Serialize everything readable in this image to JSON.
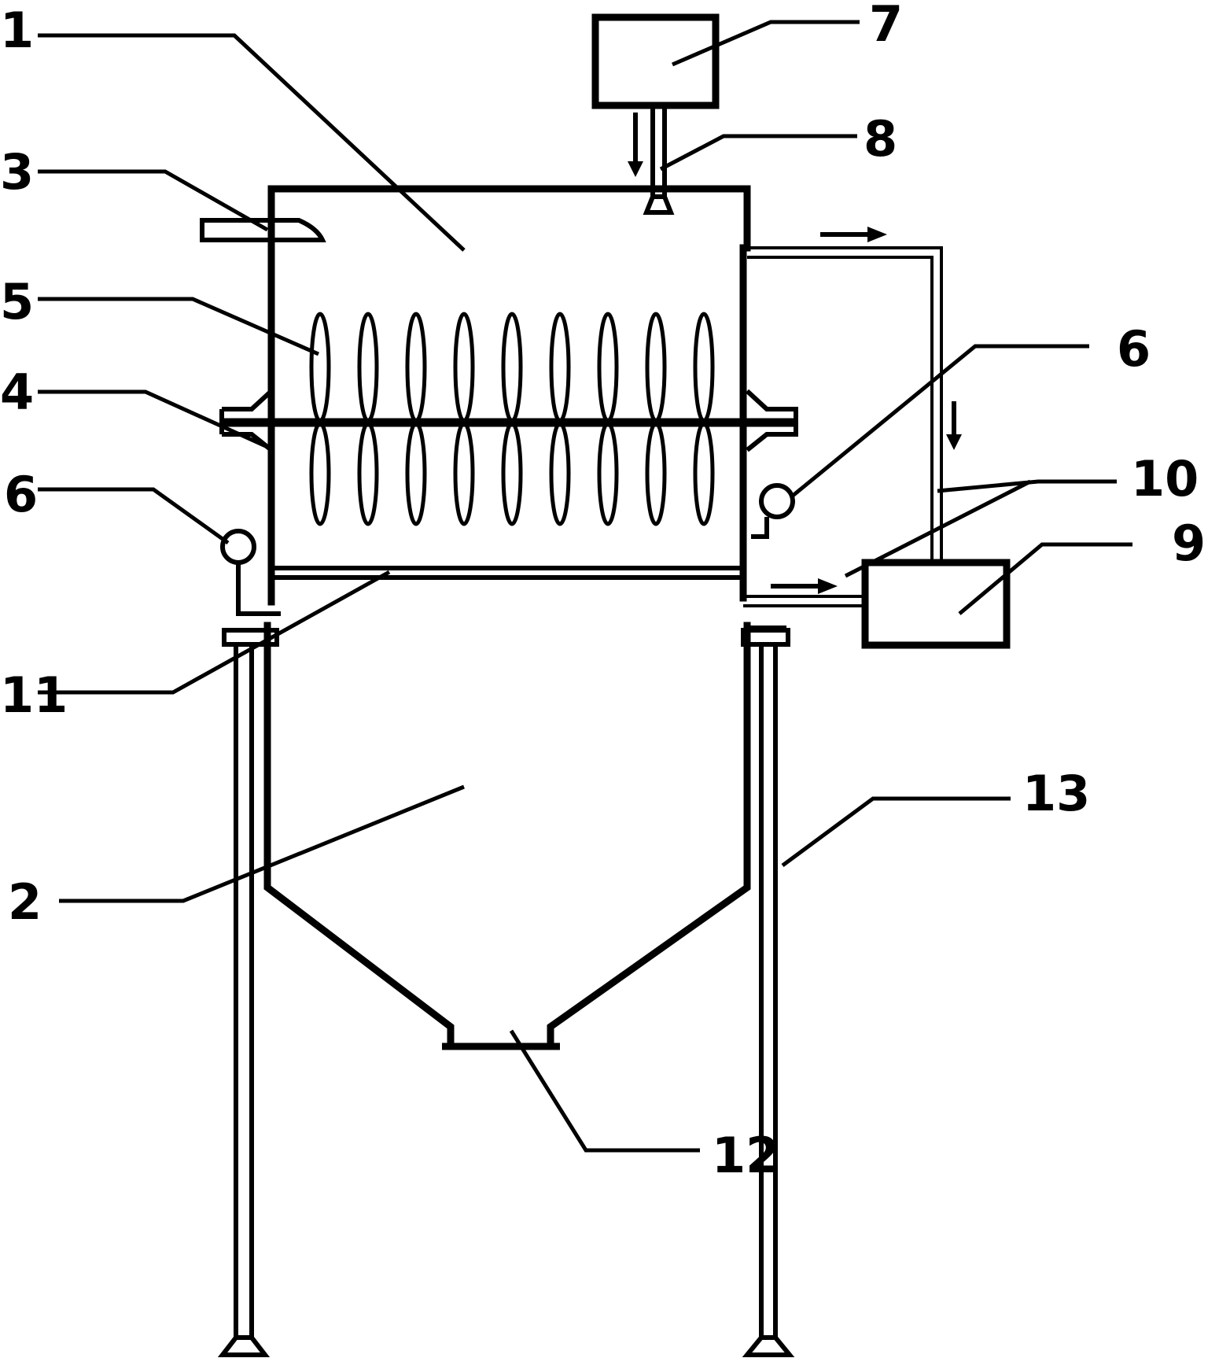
{
  "labels": {
    "n1": "1",
    "n2": "2",
    "n3": "3",
    "n4": "4",
    "n5": "5",
    "n6_left": "6",
    "n6_right": "6",
    "n7": "7",
    "n8": "8",
    "n9": "9",
    "n10": "10",
    "n11": "11",
    "n12": "12",
    "n13": "13"
  },
  "colors": {
    "line": "#000000",
    "background": "#ffffff"
  },
  "mixer": {
    "blade_pairs": 9
  }
}
